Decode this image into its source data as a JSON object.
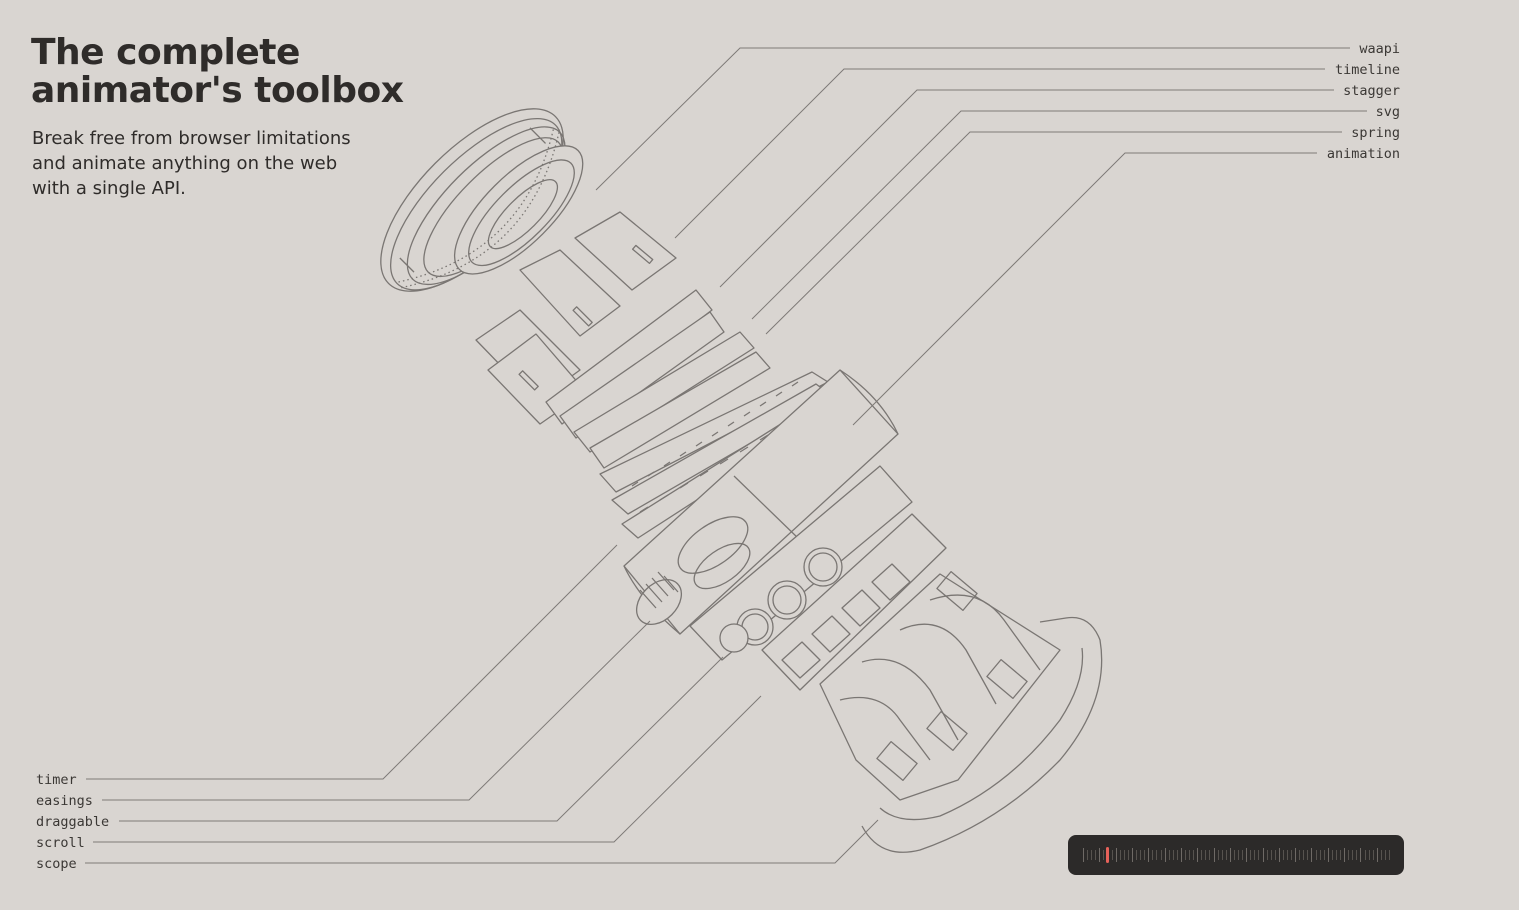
{
  "hero": {
    "title_line1": "The complete",
    "title_line2": "animator's toolbox",
    "subtitle_line1": "Break free from browser limitations",
    "subtitle_line2": "and animate anything on the web",
    "subtitle_line3": "with a single API."
  },
  "labels_right": [
    "waapi",
    "timeline",
    "stagger",
    "svg",
    "spring",
    "animation"
  ],
  "labels_left": [
    "timer",
    "easings",
    "draggable",
    "scroll",
    "scope"
  ],
  "timeline": {
    "playhead_progress": 0.075,
    "playhead_color": "#e7625a"
  },
  "colors": {
    "background": "#d9d5d1",
    "text": "#2f2c2a",
    "line": "#7a7673",
    "timeline_bg": "#2c2a29"
  }
}
